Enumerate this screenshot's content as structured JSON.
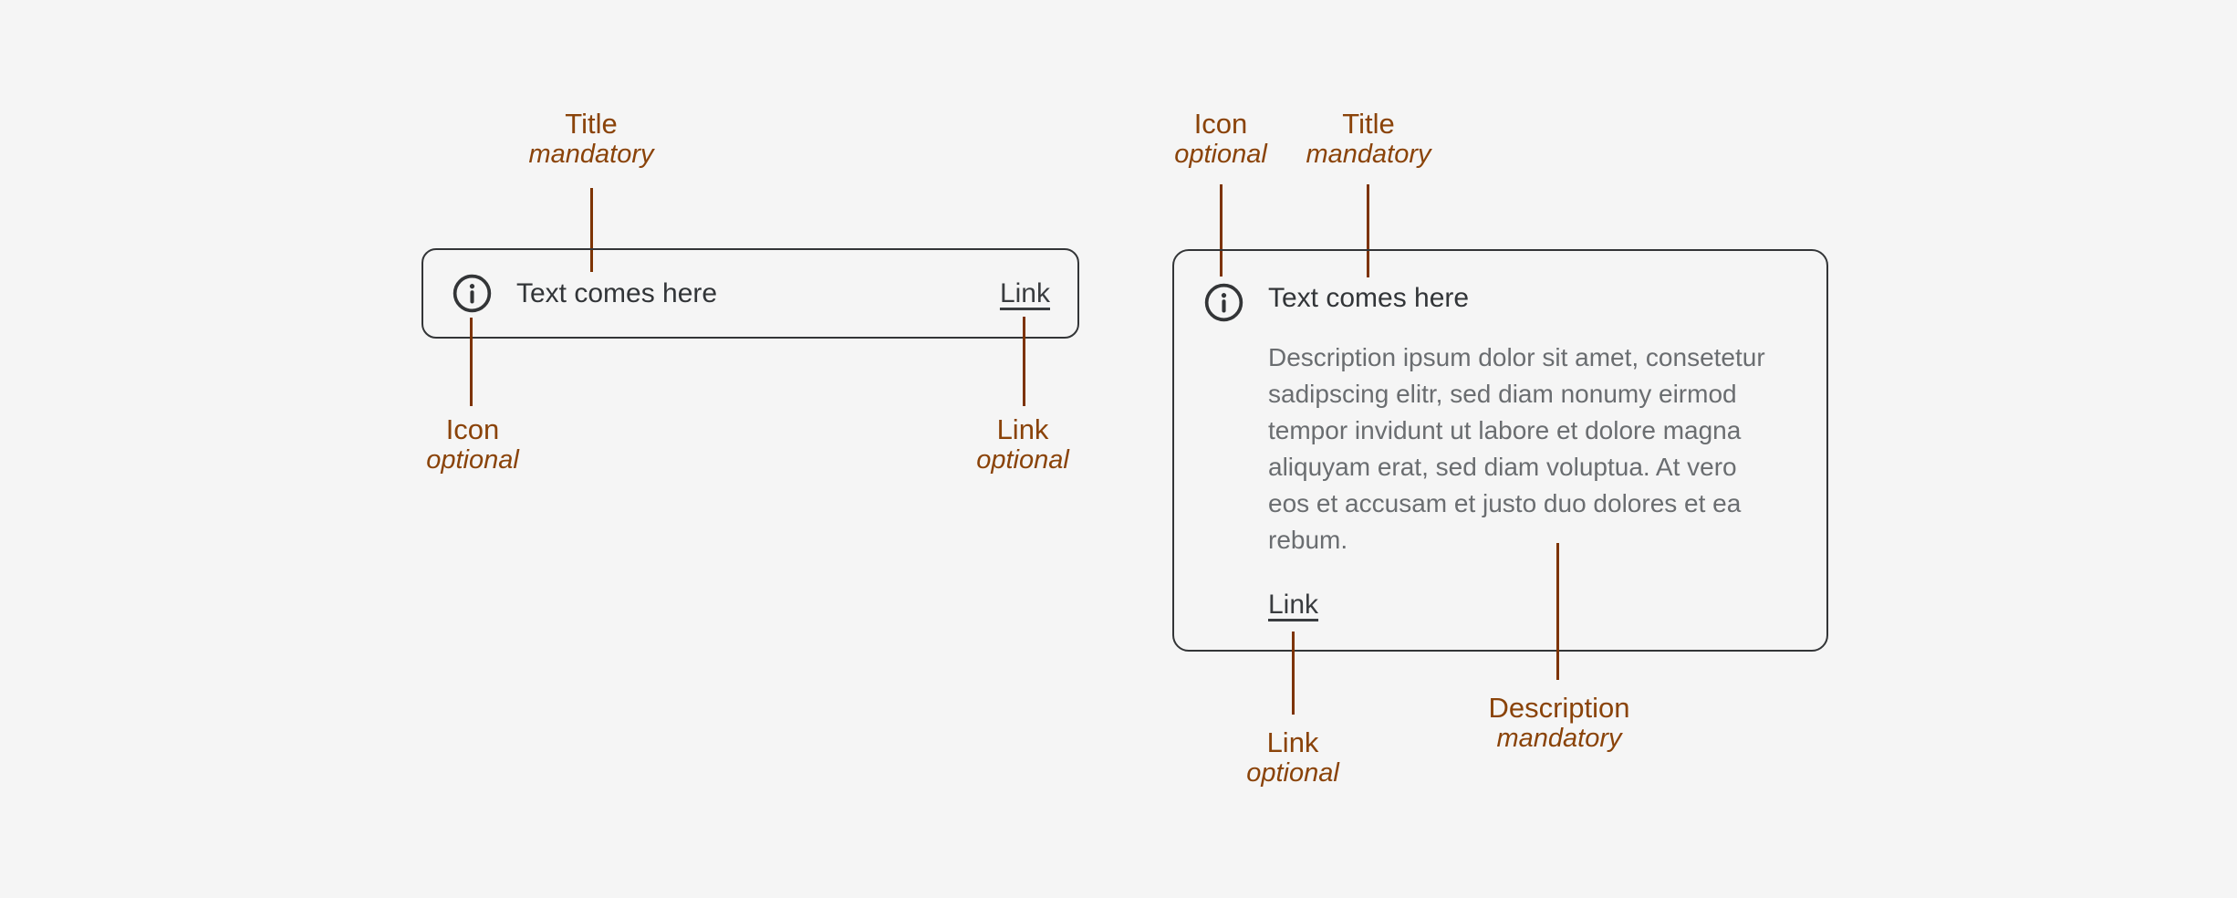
{
  "colors": {
    "page_bg": "#f5f5f5",
    "component_border": "#333537",
    "title_text": "#323538",
    "description_text": "#6a6d70",
    "link_text": "#393c3f",
    "annotation_text": "#8a4309",
    "annotation_line": "#7d3302"
  },
  "message_strip": {
    "icon": "info-icon",
    "title": "Text comes here",
    "link": "Link",
    "annotations": {
      "title": {
        "label": "Title",
        "qualifier": "mandatory"
      },
      "icon": {
        "label": "Icon",
        "qualifier": "optional"
      },
      "link": {
        "label": "Link",
        "qualifier": "optional"
      }
    }
  },
  "message_box": {
    "icon": "info-icon",
    "title": "Text comes here",
    "description_lines": [
      "Description ipsum dolor sit amet, consetetur",
      "sadipscing elitr, sed diam nonumy eirmod",
      "tempor invidunt ut labore et dolore magna",
      "aliquyam erat, sed diam voluptua. At vero",
      "eos et accusam et justo duo dolores et ea",
      "rebum."
    ],
    "link": "Link",
    "annotations": {
      "icon": {
        "label": "Icon",
        "qualifier": "optional"
      },
      "title": {
        "label": "Title",
        "qualifier": "mandatory"
      },
      "link": {
        "label": "Link",
        "qualifier": "optional"
      },
      "description": {
        "label": "Description",
        "qualifier": "mandatory"
      }
    }
  }
}
